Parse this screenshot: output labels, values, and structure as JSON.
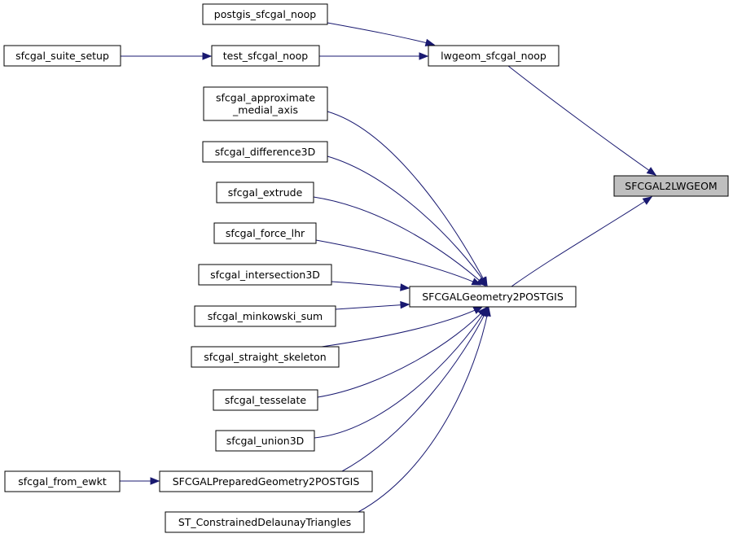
{
  "nodes": [
    {
      "id": "postgis_sfcgal_noop",
      "lines": [
        "postgis_sfcgal_noop"
      ]
    },
    {
      "id": "lwgeom_sfcgal_noop",
      "lines": [
        "lwgeom_sfcgal_noop"
      ]
    },
    {
      "id": "sfcgal_suite_setup",
      "lines": [
        "sfcgal_suite_setup"
      ]
    },
    {
      "id": "test_sfcgal_noop",
      "lines": [
        "test_sfcgal_noop"
      ]
    },
    {
      "id": "sfcgal_approximate_medial_axis",
      "lines": [
        "sfcgal_approximate",
        "_medial_axis"
      ]
    },
    {
      "id": "sfcgal_difference3D",
      "lines": [
        "sfcgal_difference3D"
      ]
    },
    {
      "id": "sfcgal_extrude",
      "lines": [
        "sfcgal_extrude"
      ]
    },
    {
      "id": "sfcgal_force_lhr",
      "lines": [
        "sfcgal_force_lhr"
      ]
    },
    {
      "id": "sfcgal_intersection3D",
      "lines": [
        "sfcgal_intersection3D"
      ]
    },
    {
      "id": "sfcgal_minkowski_sum",
      "lines": [
        "sfcgal_minkowski_sum"
      ]
    },
    {
      "id": "sfcgal_straight_skeleton",
      "lines": [
        "sfcgal_straight_skeleton"
      ]
    },
    {
      "id": "sfcgal_tesselate",
      "lines": [
        "sfcgal_tesselate"
      ]
    },
    {
      "id": "sfcgal_union3D",
      "lines": [
        "sfcgal_union3D"
      ]
    },
    {
      "id": "sfcgal_from_ewkt",
      "lines": [
        "sfcgal_from_ewkt"
      ]
    },
    {
      "id": "SFCGALPreparedGeometry2POSTGIS",
      "lines": [
        "SFCGALPreparedGeometry2POSTGIS"
      ]
    },
    {
      "id": "ST_ConstrainedDelaunayTriangles",
      "lines": [
        "ST_ConstrainedDelaunayTriangles"
      ]
    },
    {
      "id": "SFCGALGeometry2POSTGIS",
      "lines": [
        "SFCGALGeometry2POSTGIS"
      ]
    },
    {
      "id": "SFCGAL2LWGEOM",
      "lines": [
        "SFCGAL2LWGEOM"
      ],
      "highlighted": true
    }
  ],
  "edges": [
    {
      "from": "postgis_sfcgal_noop",
      "to": "lwgeom_sfcgal_noop"
    },
    {
      "from": "test_sfcgal_noop",
      "to": "lwgeom_sfcgal_noop"
    },
    {
      "from": "sfcgal_suite_setup",
      "to": "test_sfcgal_noop"
    },
    {
      "from": "lwgeom_sfcgal_noop",
      "to": "SFCGAL2LWGEOM"
    },
    {
      "from": "SFCGALGeometry2POSTGIS",
      "to": "SFCGAL2LWGEOM"
    },
    {
      "from": "sfcgal_approximate_medial_axis",
      "to": "SFCGALGeometry2POSTGIS"
    },
    {
      "from": "sfcgal_difference3D",
      "to": "SFCGALGeometry2POSTGIS"
    },
    {
      "from": "sfcgal_extrude",
      "to": "SFCGALGeometry2POSTGIS"
    },
    {
      "from": "sfcgal_force_lhr",
      "to": "SFCGALGeometry2POSTGIS"
    },
    {
      "from": "sfcgal_intersection3D",
      "to": "SFCGALGeometry2POSTGIS"
    },
    {
      "from": "sfcgal_minkowski_sum",
      "to": "SFCGALGeometry2POSTGIS"
    },
    {
      "from": "sfcgal_straight_skeleton",
      "to": "SFCGALGeometry2POSTGIS"
    },
    {
      "from": "sfcgal_tesselate",
      "to": "SFCGALGeometry2POSTGIS"
    },
    {
      "from": "sfcgal_union3D",
      "to": "SFCGALGeometry2POSTGIS"
    },
    {
      "from": "SFCGALPreparedGeometry2POSTGIS",
      "to": "SFCGALGeometry2POSTGIS"
    },
    {
      "from": "ST_ConstrainedDelaunayTriangles",
      "to": "SFCGALGeometry2POSTGIS"
    },
    {
      "from": "sfcgal_from_ewkt",
      "to": "SFCGALPreparedGeometry2POSTGIS"
    }
  ],
  "colors": {
    "edge": "#191970",
    "highlight_fill": "#bfbfbf",
    "node_border": "#000000",
    "background": "#ffffff"
  }
}
